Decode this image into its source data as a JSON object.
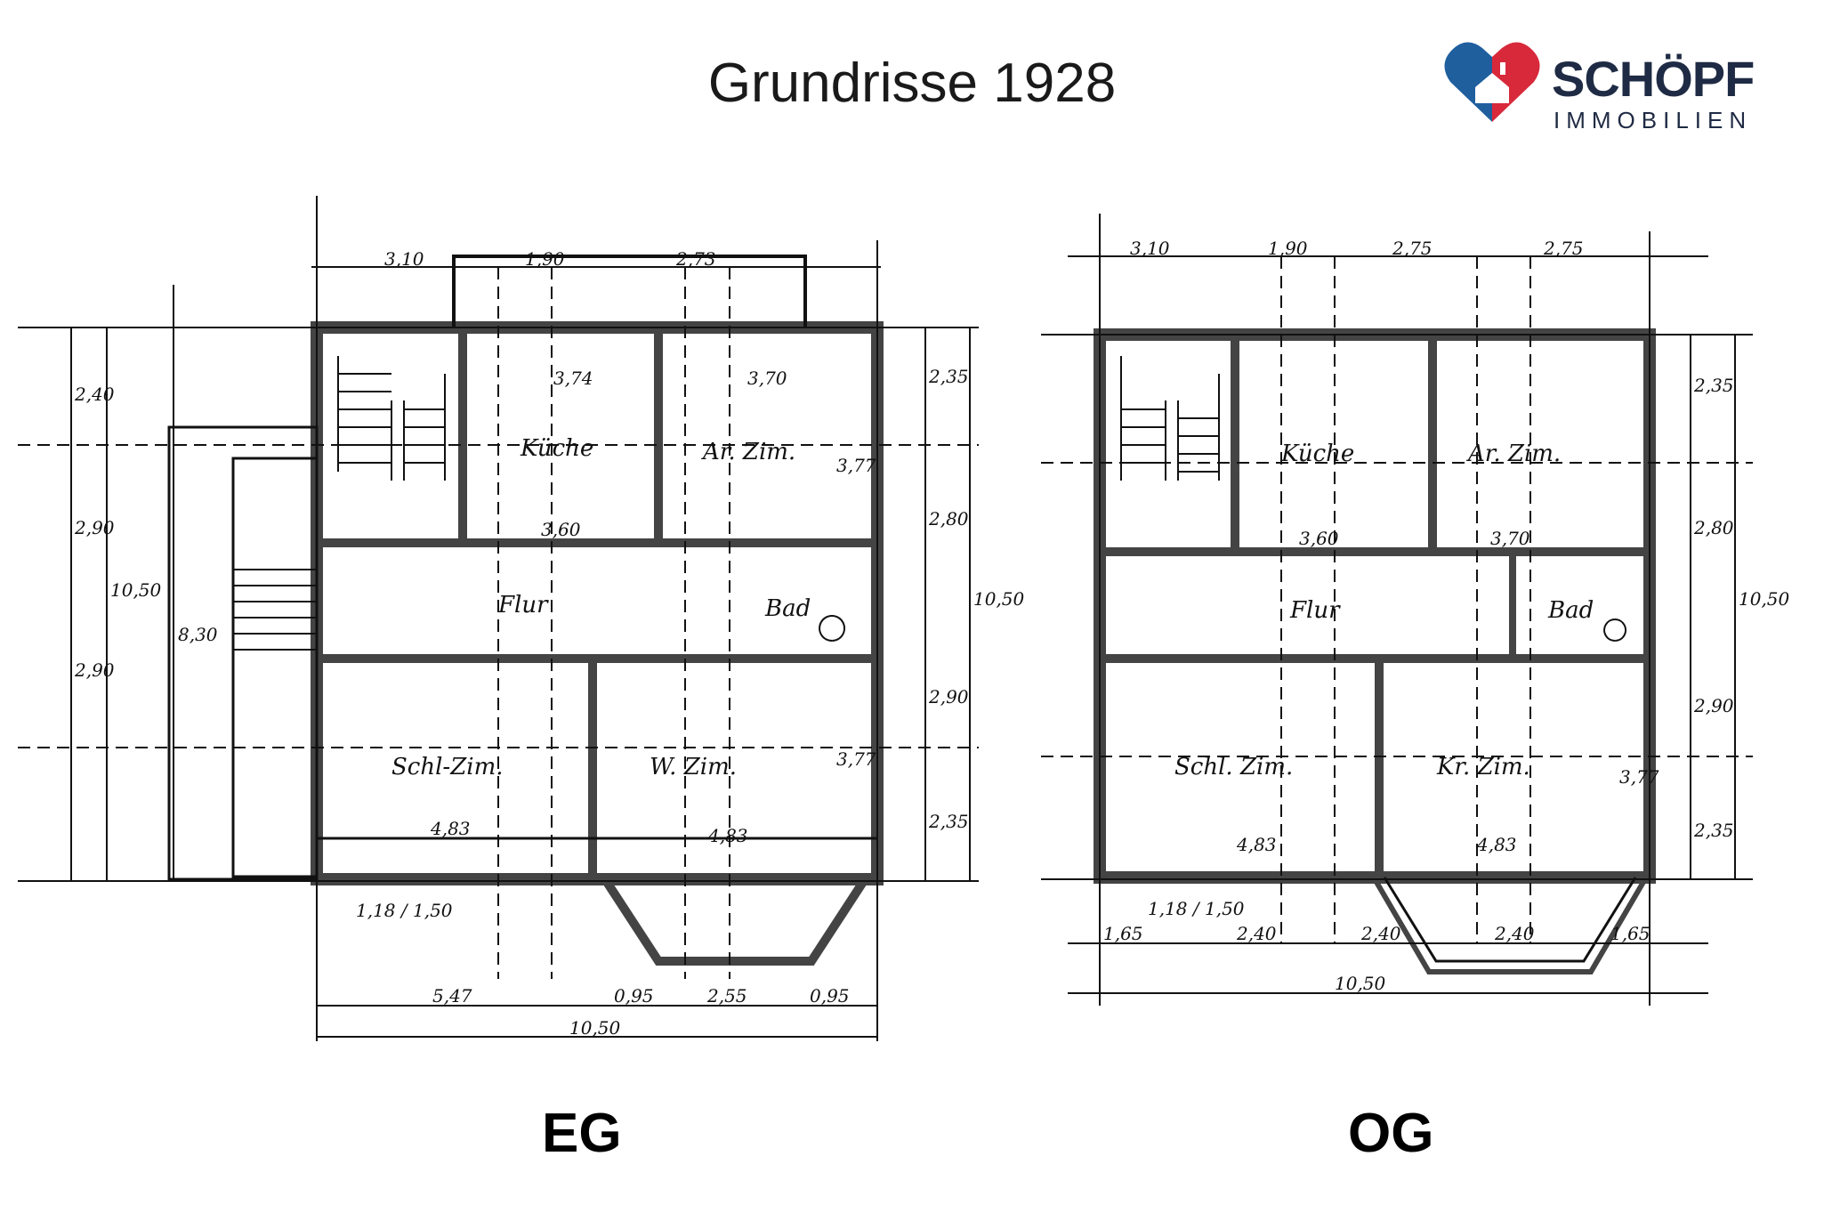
{
  "header": {
    "title": "Grundrisse 1928"
  },
  "logo": {
    "name": "SCHÖPF",
    "subtitle": "IMMOBILIEN",
    "colors": {
      "blue": "#1f5f9e",
      "red": "#d8293b",
      "navy": "#1f2b44"
    }
  },
  "plans": {
    "eg": {
      "label": "EG",
      "rooms": {
        "kueche": "Küche",
        "arbeitszimmer": "Ar. Zim.",
        "flur": "Flur",
        "bad": "Bad",
        "schlafzimmer": "Schl-Zim.",
        "wohnzimmer": "W. Zim."
      },
      "dims": {
        "top_a": "3,10",
        "top_b": "1,90",
        "top_c": "2,73",
        "bottom_a": "5,47",
        "bottom_b": "0,95",
        "bottom_c": "2,55",
        "bottom_d": "0,95",
        "total": "10,50",
        "left_total": "10,50",
        "left_a": "2,40",
        "left_b": "2,90",
        "left_c": "2,90",
        "stair": "8,30",
        "right_a": "2,35",
        "right_b": "2,80",
        "right_c": "2,90",
        "right_d": "2,35",
        "right_total": "10,50",
        "inner_1": "3,74",
        "inner_2": "3,70",
        "inner_3": "3,60",
        "inner_4": "3,77",
        "inner_5": "4,83",
        "inner_6": "4,83",
        "inner_7": "3,77",
        "window": "1,18 / 1,50"
      }
    },
    "og": {
      "label": "OG",
      "rooms": {
        "kueche": "Küche",
        "arbeitszimmer": "Ar. Zim.",
        "flur": "Flur",
        "bad": "Bad",
        "schlafzimmer": "Schl. Zim.",
        "wohnzimmer": "Kr. Zim."
      },
      "dims": {
        "top_a": "3,10",
        "top_b": "1,90",
        "top_c": "2,75",
        "top_d": "2,75",
        "bottom_a": "1,65",
        "bottom_b": "2,40",
        "bottom_c": "2,40",
        "bottom_d": "2,40",
        "bottom_e": "1,65",
        "total": "10,50",
        "right_a": "2,35",
        "right_b": "2,80",
        "right_c": "2,90",
        "right_d": "2,35",
        "right_total": "10,50",
        "inner_1": "3,60",
        "inner_2": "3,70",
        "inner_3": "4,83",
        "inner_4": "4,83",
        "inner_5": "3,77",
        "window": "1,18 / 1,50"
      }
    }
  }
}
